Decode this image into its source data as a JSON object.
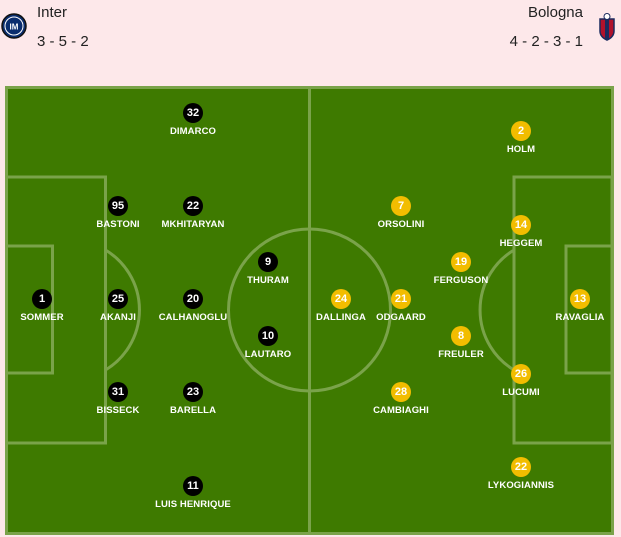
{
  "home": {
    "name": "Inter",
    "formation": "3 - 5 - 2",
    "crest": "inter-crest-icon",
    "disc_color": "#000000",
    "players": [
      {
        "number": "1",
        "name": "SOMMER"
      },
      {
        "number": "95",
        "name": "BASTONI"
      },
      {
        "number": "25",
        "name": "AKANJI"
      },
      {
        "number": "31",
        "name": "BISSECK"
      },
      {
        "number": "32",
        "name": "DIMARCO"
      },
      {
        "number": "22",
        "name": "MKHITARYAN"
      },
      {
        "number": "20",
        "name": "CALHANOGLU"
      },
      {
        "number": "23",
        "name": "BARELLA"
      },
      {
        "number": "11",
        "name": "LUIS HENRIQUE"
      },
      {
        "number": "9",
        "name": "THURAM"
      },
      {
        "number": "10",
        "name": "LAUTARO"
      }
    ]
  },
  "away": {
    "name": "Bologna",
    "formation": "4 - 2 - 3 - 1",
    "crest": "bologna-crest-icon",
    "disc_color": "#f2bd00",
    "players": [
      {
        "number": "2",
        "name": "HOLM"
      },
      {
        "number": "7",
        "name": "ORSOLINI"
      },
      {
        "number": "14",
        "name": "HEGGEM"
      },
      {
        "number": "19",
        "name": "FERGUSON"
      },
      {
        "number": "24",
        "name": "DALLINGA"
      },
      {
        "number": "21",
        "name": "ODGAARD"
      },
      {
        "number": "13",
        "name": "RAVAGLIA"
      },
      {
        "number": "8",
        "name": "FREULER"
      },
      {
        "number": "26",
        "name": "LUCUMI"
      },
      {
        "number": "28",
        "name": "CAMBIAGHI"
      },
      {
        "number": "22",
        "name": "LYKOGIANNIS"
      }
    ]
  },
  "pitch_color": "#3e7a00"
}
